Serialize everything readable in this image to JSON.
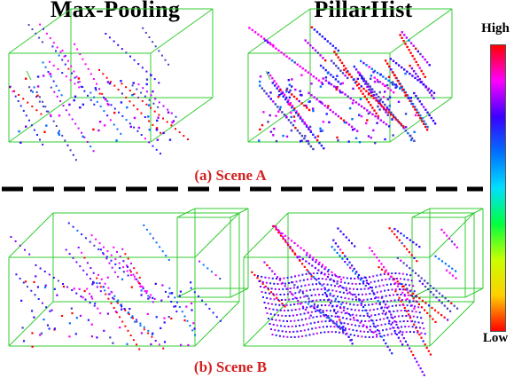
{
  "columns": {
    "left_title": "Max-Pooling",
    "right_title": "PillarHist"
  },
  "captions": {
    "scene_a": "(a) Scene A",
    "scene_b": "(b) Scene B"
  },
  "legend": {
    "high_label": "High",
    "low_label": "Low",
    "gradient_colors": [
      "#ff0000",
      "#ff00ff",
      "#3a00ff",
      "#0070ff",
      "#00e0ff",
      "#00ff40",
      "#c8ff00",
      "#ffd000",
      "#ff0000"
    ]
  },
  "colors": {
    "box_outline": "#33cc33",
    "caption": "#d42020",
    "divider": "#000000"
  }
}
